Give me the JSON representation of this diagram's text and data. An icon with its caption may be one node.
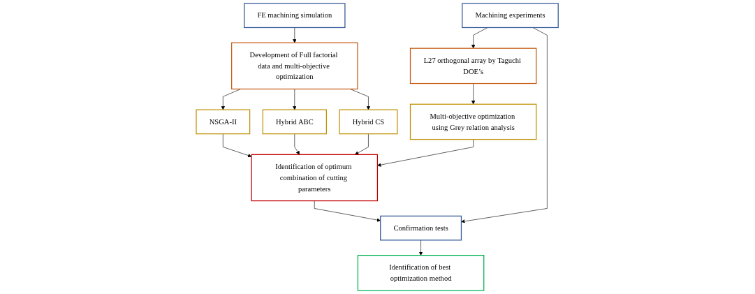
{
  "diagram": {
    "nodes": [
      {
        "text": [
          "Machining experiments"
        ]
      },
      {
        "text": [
          "L27 orthogonal array by Taguchi DOE’s"
        ]
      },
      {
        "text": [
          "Development of Full factorial data and multi-objective optimization"
        ]
      },
      {
        "text": [
          "FE machining simulation"
        ]
      },
      {
        "text": [
          "Multi-objective optimization using Grey relation analysis"
        ]
      },
      {
        "text": [
          "NSGA-II"
        ]
      },
      {
        "text": [
          "Hybrid ABC"
        ]
      },
      {
        "text": [
          "Hybrid CS"
        ]
      },
      {
        "text": [
          "Identification of optimum combination of cutting parameters"
        ]
      },
      {
        "text": [
          "Confirmation tests"
        ]
      },
      {
        "text": [
          "Identification of best optimization method"
        ]
      }
    ],
    "edges": [
      {
        "from": 0,
        "to": 1,
        "arrow": "to"
      },
      {
        "from": 3,
        "to": 2,
        "arrow": "to"
      },
      {
        "from": 1,
        "to": 4,
        "arrow": "to"
      },
      {
        "from": 2,
        "to": 5,
        "arrow": "to"
      },
      {
        "from": 2,
        "to": 6,
        "arrow": "to"
      },
      {
        "from": 2,
        "to": 7,
        "arrow": "to"
      },
      {
        "from": 4,
        "to": 8,
        "arrow": "to"
      },
      {
        "from": 5,
        "to": 8,
        "arrow": "to"
      },
      {
        "from": 6,
        "to": 8,
        "arrow": "to"
      },
      {
        "from": 7,
        "to": 8,
        "arrow": "to"
      },
      {
        "from": 8,
        "to": 9,
        "arrow": "to"
      },
      {
        "from": 0,
        "to": 9,
        "arrow": "to"
      },
      {
        "from": 9,
        "to": 10,
        "arrow": "to"
      }
    ]
  }
}
